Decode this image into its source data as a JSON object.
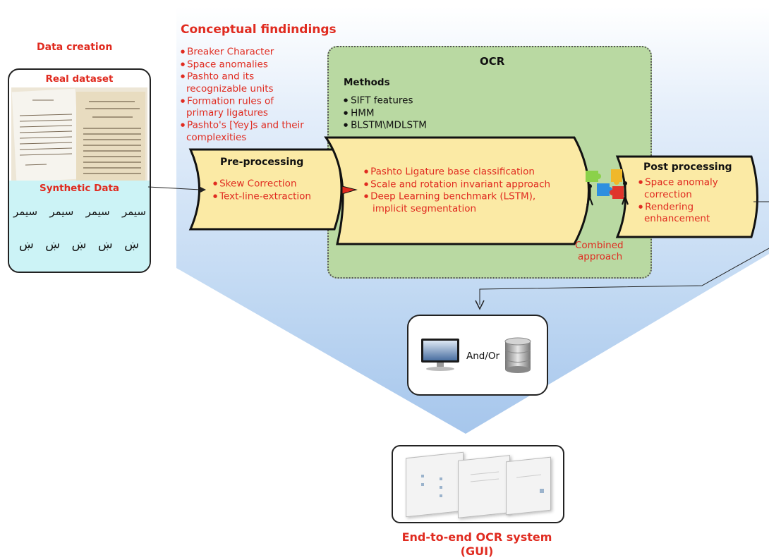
{
  "data_creation": {
    "heading": "Data creation",
    "real_title": "Real dataset",
    "synthetic_title": "Synthetic Data",
    "synthetic_row1": [
      "سیمر",
      "سیمر",
      "سیمر",
      "سیمر"
    ],
    "synthetic_row2": [
      "ښ",
      "ښ",
      "ښ",
      "ښ",
      "ښ"
    ]
  },
  "conceptual": {
    "heading": "Conceptual findindings",
    "items": [
      "Breaker Character",
      "Space anomalies",
      "Pashto and its",
      "recognizable units",
      "Formation rules of",
      "primary ligatures",
      "Pashto's [Yey]s and their",
      "complexities"
    ]
  },
  "ocr": {
    "title": "OCR",
    "methods_title": "Methods",
    "methods": [
      "SIFT features",
      "HMM",
      "BLSTM\\MDLSTM"
    ],
    "items": [
      "Pashto Ligature base classification",
      "Scale and rotation invariant approach",
      "Deep Learning benchmark (LSTM),",
      "implicit segmentation"
    ]
  },
  "preprocessing": {
    "title": "Pre-processing",
    "items": [
      "Skew Correction",
      "Text-line-extraction"
    ]
  },
  "postprocessing": {
    "title": "Post processing",
    "items": [
      "Space anomaly",
      "correction",
      "Rendering",
      "enhancement"
    ]
  },
  "combined": {
    "line1": "Combined",
    "line2": "approach"
  },
  "storage": {
    "label": "And/Or"
  },
  "gui": {
    "line1": "End-to-end OCR system",
    "line2": "(GUI)"
  },
  "colors": {
    "accent_red": "#e02b20",
    "ocr_green": "#b9d9a2",
    "banner_yellow": "#fbeaa5",
    "synthetic_cyan": "#ccf3f6",
    "funnel_blue": "#b8d4f0"
  }
}
